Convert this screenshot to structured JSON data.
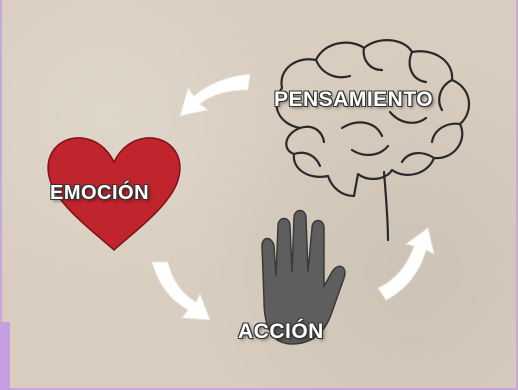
{
  "diagram": {
    "labels": {
      "pensamiento": "PENSAMIENTO",
      "emocion": "EMOCIÓN",
      "accion": "ACCIÓN"
    },
    "icons": [
      "brain-icon",
      "heart-icon",
      "hand-icon",
      "cycle-arrow-icon"
    ],
    "colors": {
      "background": "#d8cdbf",
      "heart": "#c0242c",
      "hand": "#5e5e5e",
      "arrows": "#ffffff",
      "brain_outline": "#2a2a2a"
    }
  }
}
